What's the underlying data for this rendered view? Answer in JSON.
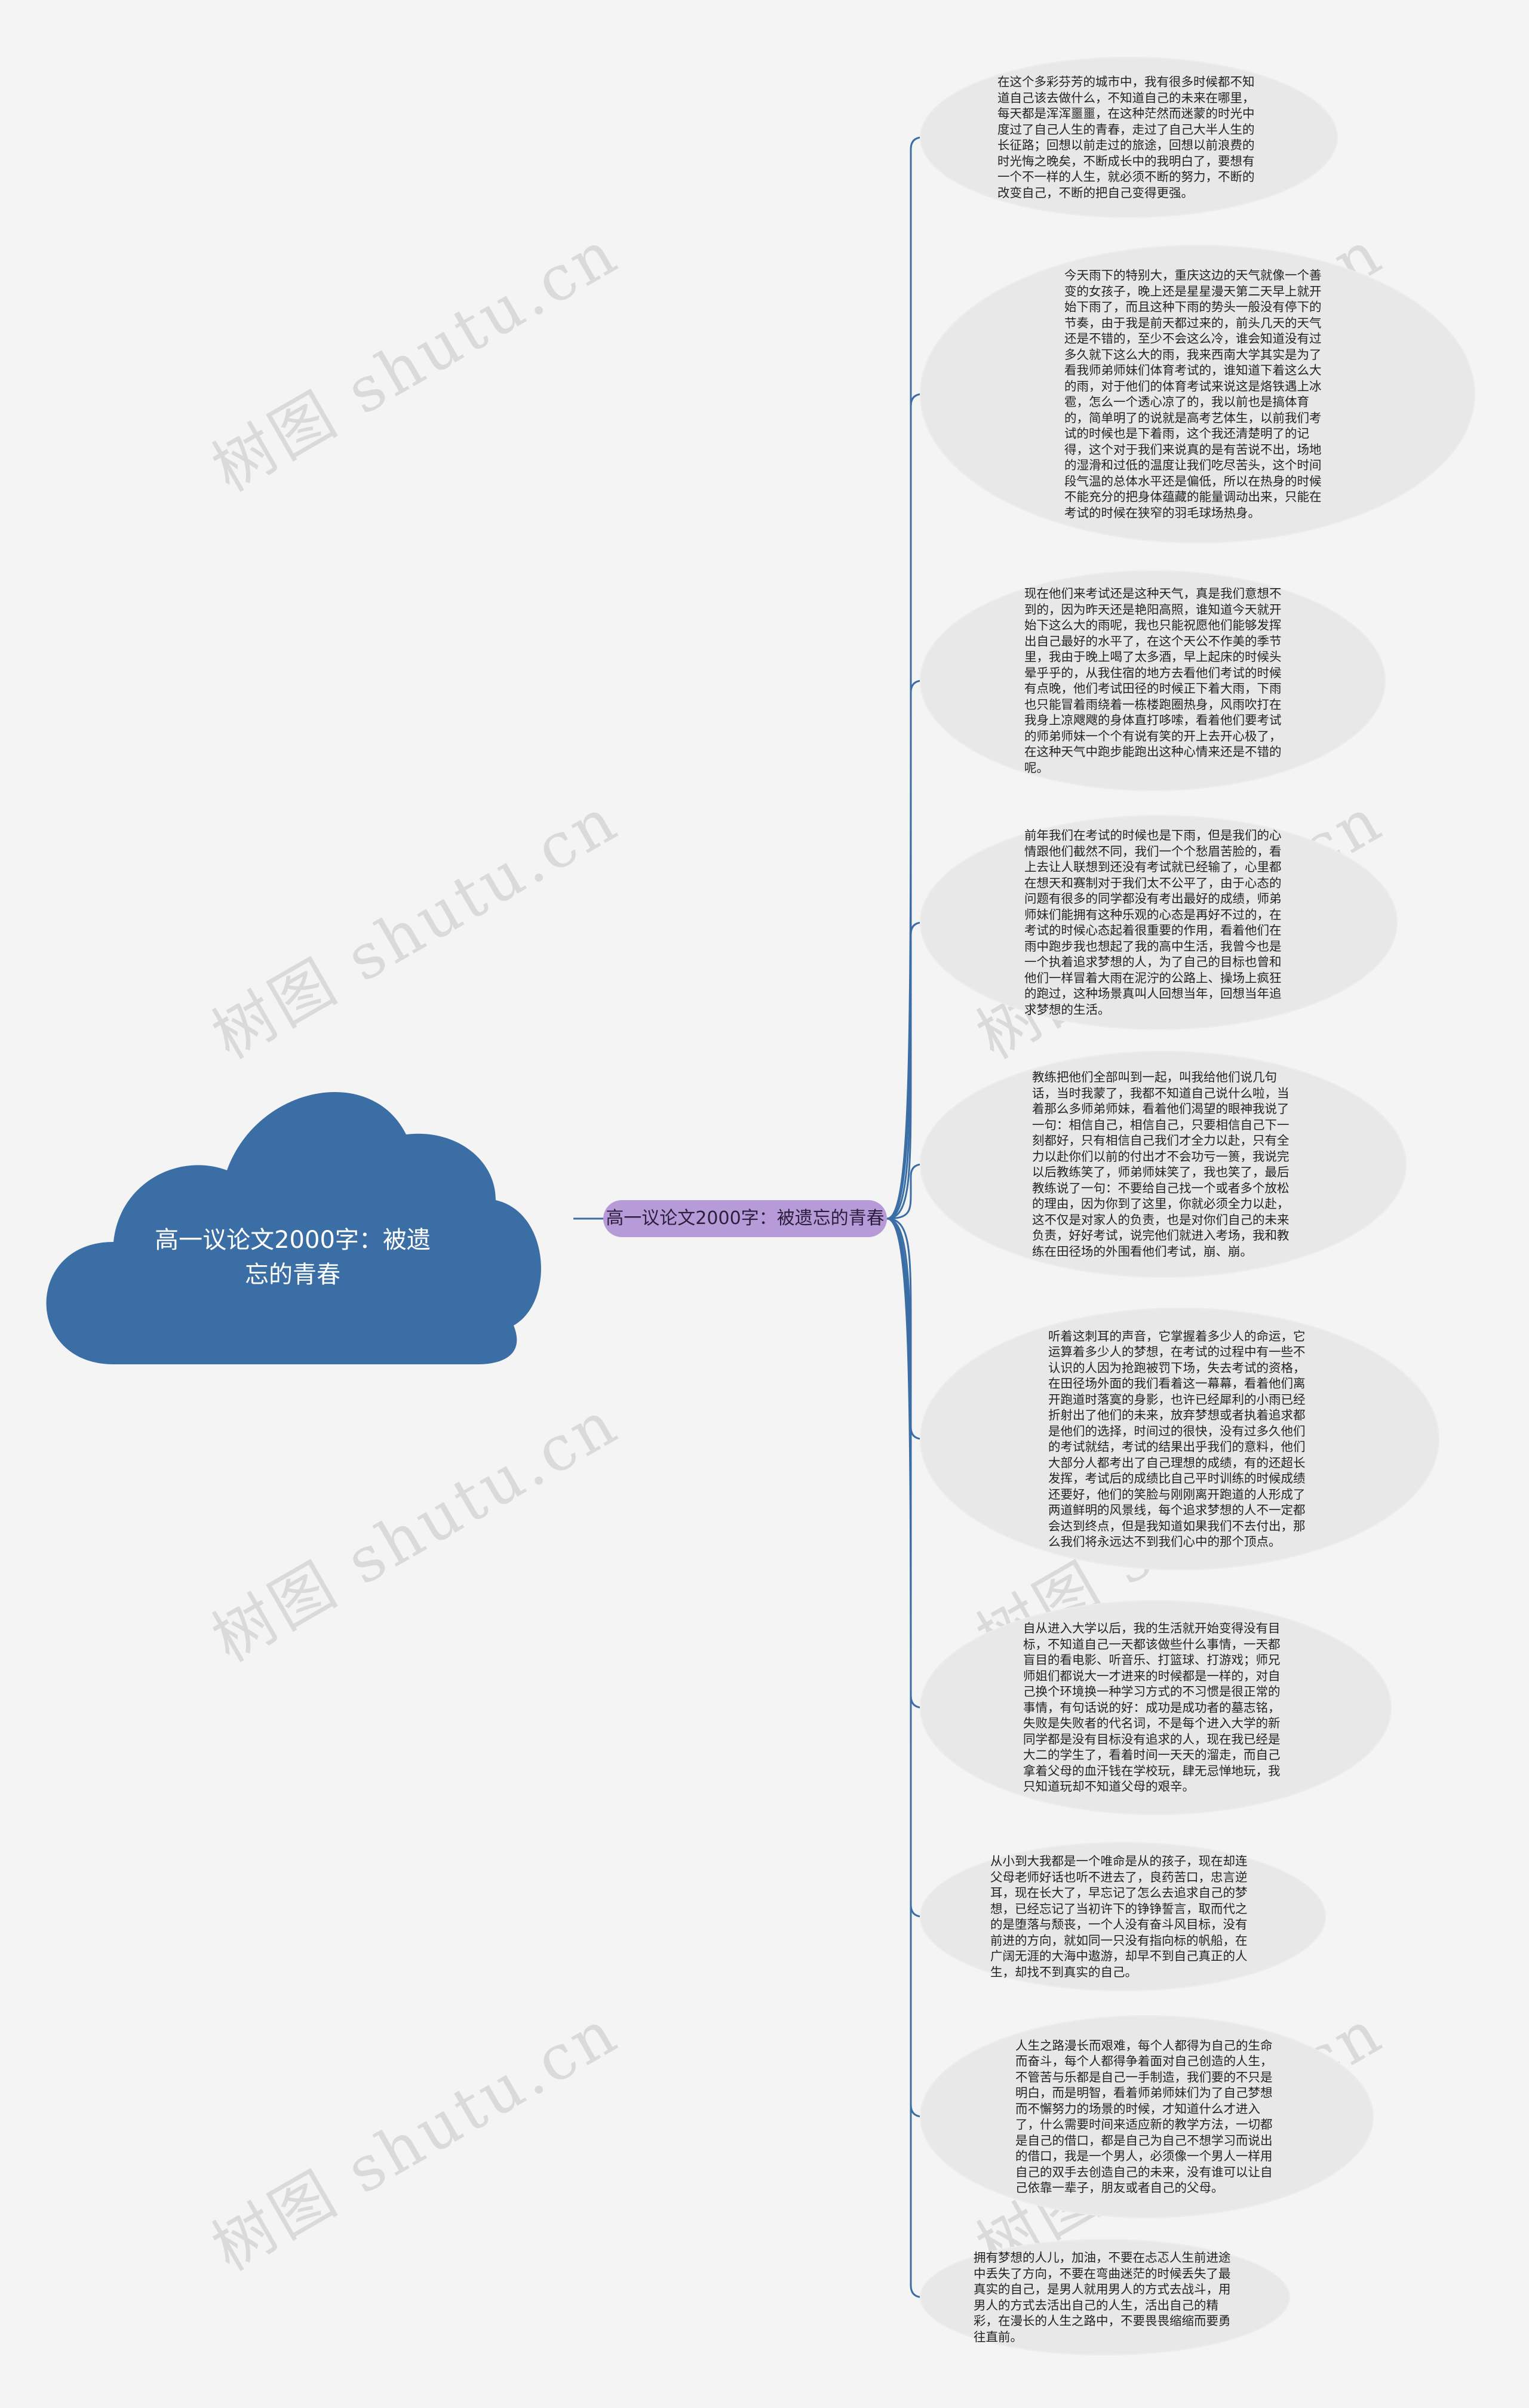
{
  "root": {
    "title": "高一议论文2000字：被遗忘的青春"
  },
  "branch": {
    "label": "高一议论文2000字：被遗忘的青春"
  },
  "watermark": "树图 shutu.cn",
  "colors": {
    "cloud": "#3b6ea5",
    "branch": "#b79bd8",
    "line": "#3b6ea5",
    "leaf": "#e8e8e8"
  },
  "leaves": [
    {
      "text": "在这个多彩芬芳的城市中，我有很多时候都不知道自己该去做什么，不知道自己的未来在哪里，每天都是浑浑噩噩，在这种茫然而迷蒙的时光中度过了自己人生的青春，走过了自己大半人生的长征路；回想以前走过的旅途，回想以前浪费的时光悔之晚矣，不断成长中的我明白了，要想有一个不一样的人生，就必须不断的努力，不断的改变自己，不断的把自己变得更强。"
    },
    {
      "text": "今天雨下的特别大，重庆这边的天气就像一个善变的女孩子，晚上还是星星漫天第二天早上就开始下雨了，而且这种下雨的势头一般没有停下的节奏，由于我是前天都过来的，前头几天的天气还是不错的，至少不会这么冷，谁会知道没有过多久就下这么大的雨，我来西南大学其实是为了看我师弟师妹们体育考试的，谁知道下着这么大的雨，对于他们的体育考试来说这是烙铁遇上冰雹，怎么一个透心凉了的，我以前也是搞体育的，简单明了的说就是高考艺体生，以前我们考试的时候也是下着雨，这个我还清楚明了的记得，这个对于我们来说真的是有苦说不出，场地的湿滑和过低的温度让我们吃尽苦头，这个时间段气温的总体水平还是偏低，所以在热身的时候不能充分的把身体蕴藏的能量调动出来，只能在考试的时候在狭窄的羽毛球场热身。"
    },
    {
      "text": "现在他们来考试还是这种天气，真是我们意想不到的，因为昨天还是艳阳高照，谁知道今天就开始下这么大的雨呢，我也只能祝愿他们能够发挥出自己最好的水平了，在这个天公不作美的季节里，我由于晚上喝了太多酒，早上起床的时候头晕乎乎的，从我住宿的地方去看他们考试的时候有点晚，他们考试田径的时候正下着大雨，下雨也只能冒着雨绕着一栋楼跑圈热身，风雨吹打在我身上凉飕飕的身体直打哆嗦，看着他们要考试的师弟师妹一个个有说有笑的开上去开心极了，在这种天气中跑步能跑出这种心情来还是不错的呢。"
    },
    {
      "text": "前年我们在考试的时候也是下雨，但是我们的心情跟他们截然不同，我们一个个愁眉苦脸的，看上去让人联想到还没有考试就已经输了，心里都在想天和赛制对于我们太不公平了，由于心态的问题有很多的同学都没有考出最好的成绩，师弟师妹们能拥有这种乐观的心态是再好不过的，在考试的时候心态起着很重要的作用，看着他们在雨中跑步我也想起了我的高中生活，我曾今也是一个执着追求梦想的人，为了自己的目标也曾和他们一样冒着大雨在泥泞的公路上、操场上疯狂的跑过，这种场景真叫人回想当年，回想当年追求梦想的生活。"
    },
    {
      "text": "教练把他们全部叫到一起，叫我给他们说几句话，当时我蒙了，我都不知道自己说什么啦，当着那么多师弟师妹，看着他们渴望的眼神我说了一句：相信自己，相信自己，只要相信自己下一刻都好，只有相信自己我们才全力以赴，只有全力以赴你们以前的付出才不会功亏一篑，我说完以后教练笑了，师弟师妹笑了，我也笑了，最后教练说了一句：不要给自己找一个或者多个放松的理由，因为你到了这里，你就必须全力以赴，这不仅是对家人的负责，也是对你们自己的未来负责，好好考试，说完他们就进入考场，我和教练在田径场的外围看他们考试，崩、崩。"
    },
    {
      "text": "听着这刺耳的声音，它掌握着多少人的命运，它运算着多少人的梦想，在考试的过程中有一些不认识的人因为抢跑被罚下场，失去考试的资格，在田径场外面的我们看着这一幕幕，看着他们离开跑道时落寞的身影，也许已经犀利的小雨已经折射出了他们的未来，放弃梦想或者执着追求都是他们的选择，时间过的很快，没有过多久他们的考试就结，考试的结果出乎我们的意料，他们大部分人都考出了自己理想的成绩，有的还超长发挥，考试后的成绩比自己平时训练的时候成绩还要好，他们的笑脸与刚刚离开跑道的人形成了两道鲜明的风景线，每个追求梦想的人不一定都会达到终点，但是我知道如果我们不去付出，那么我们将永远达不到我们心中的那个顶点。"
    },
    {
      "text": "自从进入大学以后，我的生活就开始变得没有目标，不知道自己一天都该做些什么事情，一天都盲目的看电影、听音乐、打篮球、打游戏；师兄师姐们都说大一才进来的时候都是一样的，对自己换个环境换一种学习方式的不习惯是很正常的事情，有句话说的好：成功是成功者的墓志铭，失败是失败者的代名词，不是每个进入大学的新同学都是没有目标没有追求的人，现在我已经是大二的学生了，看着时间一天天的溜走，而自己拿着父母的血汗钱在学校玩，肆无忌惮地玩，我只知道玩却不知道父母的艰辛。"
    },
    {
      "text": "从小到大我都是一个唯命是从的孩子，现在却连父母老师好话也听不进去了，良药苦口，忠言逆耳，现在长大了，早忘记了怎么去追求自己的梦想，已经忘记了当初许下的铮铮誓言，取而代之的是堕落与颓丧，一个人没有奋斗风目标，没有前进的方向，就如同一只没有指向标的帆船，在广阔无涯的大海中遨游，却早不到自己真正的人生，却找不到真实的自己。"
    },
    {
      "text": "人生之路漫长而艰难，每个人都得为自己的生命而奋斗，每个人都得争着面对自己创造的人生，不管苦与乐都是自己一手制造，我们要的不只是明白，而是明智，看着师弟师妹们为了自己梦想而不懈努力的场景的时候，才知道什么才进入了，什么需要时间来适应新的教学方法，一切都是自己的借口，都是自己为自己不想学习而说出的借口，我是一个男人，必须像一个男人一样用自己的双手去创造自己的未来，没有谁可以让自己依靠一辈子，朋友或者自己的父母。"
    },
    {
      "text": "拥有梦想的人儿，加油，不要在忐忑人生前进途中丢失了方向，不要在弯曲迷茫的时候丢失了最真实的自己，是男人就用男人的方式去战斗，用男人的方式去活出自己的人生，活出自己的精彩，在漫长的人生之路中，不要畏畏缩缩而要勇往直前。"
    }
  ]
}
